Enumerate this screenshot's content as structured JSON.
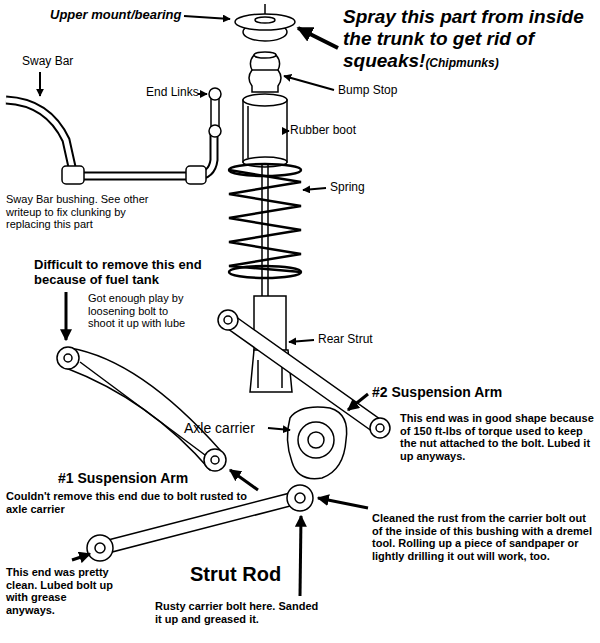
{
  "diagram": {
    "labels": [
      "Upper mount/bearing",
      "Spray this part from inside the trunk to get rid of squeaks!",
      "(Chipmunks)",
      "Sway Bar",
      "End Links",
      "Bump Stop",
      "Rubber boot",
      "Spring",
      "Sway Bar bushing. See other writeup to fix clunking by replacing this part",
      "Difficult to remove this end because of fuel tank",
      "Got enough play by loosening bolt to shoot it up with lube",
      "Rear Strut",
      "#2 Suspension Arm",
      "Axle carrier",
      "This end was in good shape because of 150 ft-lbs of torque used to keep the nut attached to the bolt. Lubed it up anyways.",
      "#1 Suspension Arm",
      "Couldn't remove this end due to bolt rusted to axle carrier",
      "Cleaned the rust from the carrier bolt out of the inside of this bushing with a dremel tool. Rolling up a piece of sandpaper or lightly drilling it out will work, too.",
      "Strut Rod",
      "This end was pretty clean. Lubed bolt up with grease anyways.",
      "Rusty carrier bolt here. Sanded it up and greased it."
    ]
  }
}
